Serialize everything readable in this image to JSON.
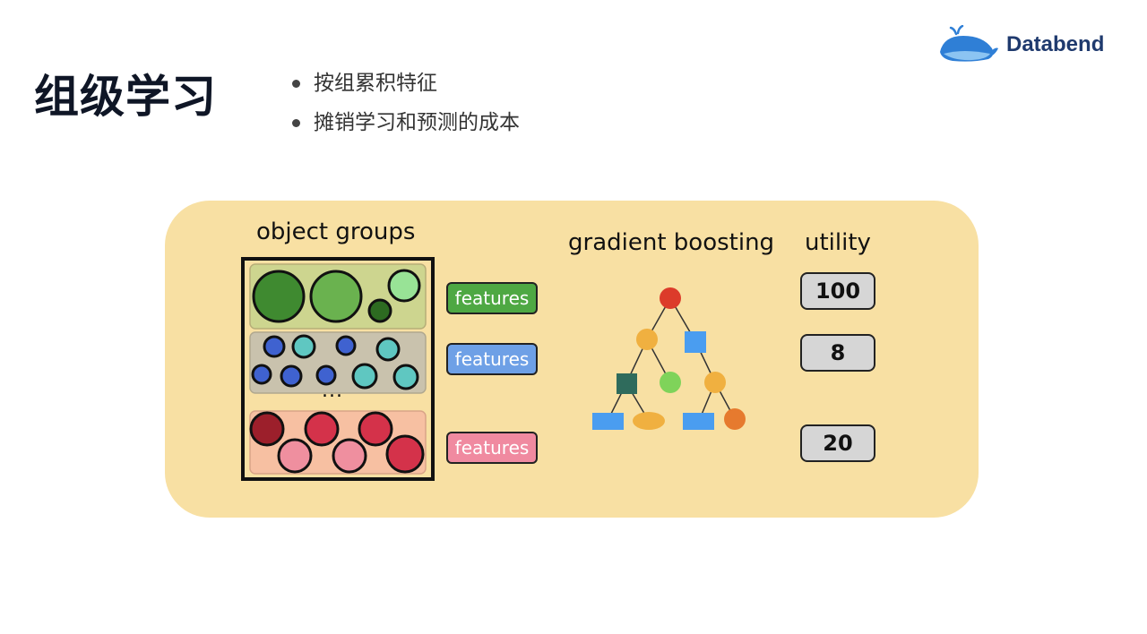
{
  "title": "组级学习",
  "bullets": [
    "按组累积特征",
    "摊销学习和预测的成本"
  ],
  "logo": {
    "name": "Databend",
    "icon": "whale-icon"
  },
  "diagram": {
    "groups_label": "object groups",
    "ellipsis": "...",
    "boosting_label": "gradient boosting",
    "utility_label": "utility",
    "features": [
      {
        "label": "features",
        "color": "#4ea843"
      },
      {
        "label": "features",
        "color": "#6ea0e6"
      },
      {
        "label": "features",
        "color": "#f08aa0"
      }
    ],
    "utilities": [
      "100",
      "8",
      "20"
    ],
    "colors": {
      "panel": "#f8e0a3",
      "green_group": "#cdd58f",
      "blue_group": "#c9c2ad",
      "red_group": "#f7c0a2"
    }
  }
}
